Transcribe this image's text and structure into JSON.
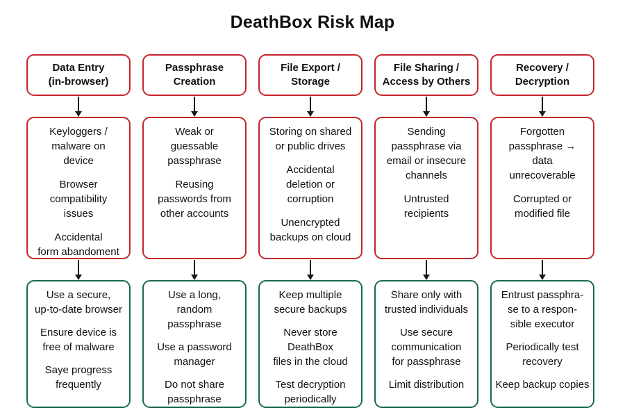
{
  "title": "DeathBox Risk Map",
  "colors": {
    "risk_border": "#c5262b",
    "mitigation_border": "#186b48",
    "text": "#111111",
    "background": "#ffffff"
  },
  "columns": [
    {
      "header": "Data Entry\n(in-browser)",
      "risks": [
        "Keyloggers /\nmalware on\ndevice",
        "Browser\ncompatibility\nissues",
        "Accidental\nform abandoment"
      ],
      "mitigations": [
        "Use a secure,\nup-to-date browser",
        "Ensure device is\nfree of malware",
        "Saye progress\nfrequently"
      ]
    },
    {
      "header": "Passphrase\nCreation",
      "risks": [
        "Weak or\nguessable\npassphrase",
        "Reusing\npasswords from\nother accounts"
      ],
      "mitigations": [
        "Use a long,\nrandom\npassphrase",
        "Use a password\nmanager",
        "Do not share\npassphrase"
      ]
    },
    {
      "header": "File Export /\nStorage",
      "risks": [
        "Storing on shared\nor public drives",
        "Accidental\ndeletion or\ncorruption",
        "Unencrypted\nbackups on cloud"
      ],
      "mitigations": [
        "Keep multiple\nsecure backups",
        "Never store\nDeathBox\nfiles in the cloud",
        "Test decryption\nperiodically"
      ]
    },
    {
      "header": "File Sharing /\nAccess by Others",
      "risks": [
        "Sending\npassphrase via\nemail or insecure\nchannels",
        "Untrusted\nrecipients"
      ],
      "mitigations": [
        "Share only with\ntrusted individuals",
        "Use secure\ncommunication\nfor passphrase",
        "Limit distribution"
      ]
    },
    {
      "header": "Recovery /\nDecryption",
      "risks": [
        "Forgotten\npassphrase →\ndata\nunrecoverable",
        "Corrupted or\nmodified file"
      ],
      "mitigations": [
        "Entrust passphra-\nse to a respon-\nsible executor",
        "Periodically test\nrecovery",
        "Keep backup copies"
      ]
    }
  ]
}
